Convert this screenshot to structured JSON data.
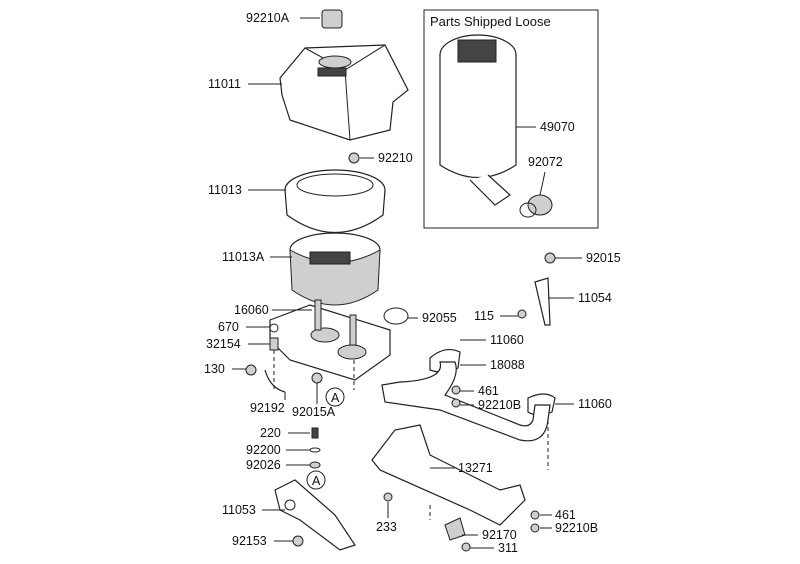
{
  "box_title": "Parts Shipped Loose",
  "callouts": {
    "c92210A": "92210A",
    "c11011": "11011",
    "c92210": "92210",
    "c11013": "11013",
    "c11013A": "11013A",
    "c16060": "16060",
    "c670": "670",
    "c32154": "32154",
    "c130": "130",
    "c92192": "92192",
    "c92015A": "92015A",
    "c220": "220",
    "c92200": "92200",
    "c92026": "92026",
    "c11053": "11053",
    "c92153": "92153",
    "c49070": "49070",
    "c92072": "92072",
    "c92015": "92015",
    "c11054": "11054",
    "c115": "115",
    "c92055": "92055",
    "c11060a": "11060",
    "c18088": "18088",
    "c461a": "461",
    "c92210Ba": "92210B",
    "c11060b": "11060",
    "c13271": "13271",
    "c233": "233",
    "c461b": "461",
    "c92210Bb": "92210B",
    "c92170": "92170",
    "c311": "311"
  },
  "refs": {
    "a1": "A",
    "a2": "A"
  }
}
